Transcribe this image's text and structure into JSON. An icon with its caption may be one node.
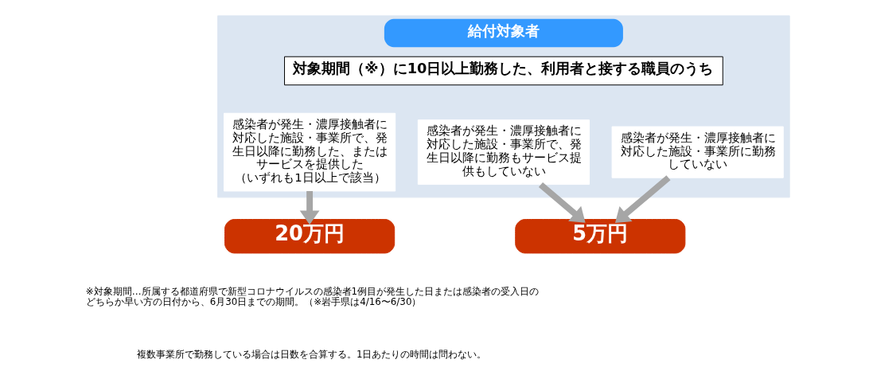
{
  "diagram": {
    "nodes": [
      {
        "text": [
          "給付対象者"
        ]
      },
      {
        "text": [
          "対象期間（※）に10日以上勤務した、利用者と接する職員のうち"
        ],
        "in": 0
      },
      {
        "text": [
          "感染者が発生・濃厚接触者に対応した施設・事業所で、発生日以降に勤務した、またはサービスを提供した",
          "（いずれも1日以上で該当）"
        ],
        "in": 0
      },
      {
        "text": [
          "感染者が発生・濃厚接触者に対応した施設・事業所で、発生日以降に勤務もサービス提供もしていない"
        ],
        "in": 0
      },
      {
        "text": [
          "感染者が発生・濃厚接触者に対応した施設・事業所に勤務していない"
        ],
        "in": 0
      },
      {
        "text": [
          "20万円"
        ]
      },
      {
        "text": [
          "5万円"
        ]
      }
    ],
    "edges": [
      {
        "from": 2,
        "to": 5,
        "arrow": "to"
      },
      {
        "from": 3,
        "to": 6,
        "arrow": "to"
      },
      {
        "from": 4,
        "to": 6,
        "arrow": "to"
      }
    ],
    "labels": [
      "※対象期間…所属する都道府県で新型コロナウイルスの感染者1例目が発生した日または感染者の受入日のどちらか早い方の日付から、6月30日までの期間。（※岩手県は4/16〜6/30）",
      "複数事業所で勤務している場合は日数を合算する。1日あたりの時間は問わない。"
    ]
  }
}
